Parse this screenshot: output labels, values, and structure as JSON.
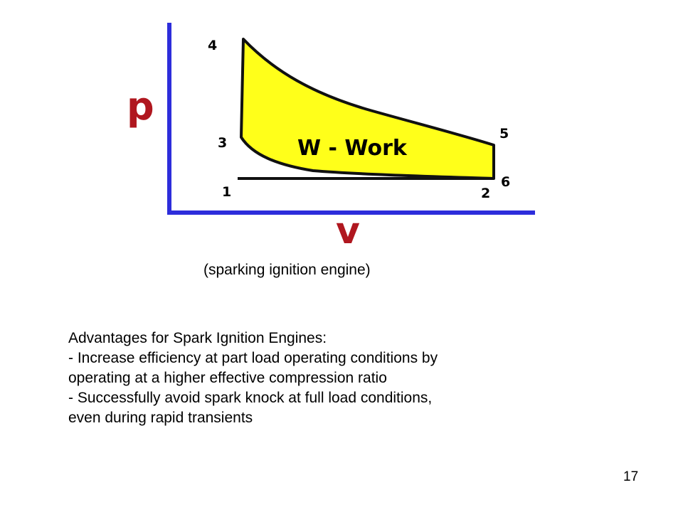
{
  "diagram": {
    "axis_y_label": "p",
    "axis_x_label": "v",
    "points": {
      "p1": "1",
      "p2": "2",
      "p3": "3",
      "p4": "4",
      "p5": "5",
      "p6": "6"
    },
    "work_label": "W - Work",
    "colors": {
      "axis": "#2d2ddb",
      "outline": "#111111",
      "work_fill": "#ffff1a",
      "label": "#000000"
    }
  },
  "caption": "(sparking ignition engine)",
  "advantages": {
    "heading": "Advantages for Spark Ignition Engines:",
    "lines": [
      "- Increase efficiency at part load operating conditions by",
      "operating at a higher effective compression ratio",
      "- Successfully avoid spark knock at full load conditions,",
      "even during rapid transients"
    ]
  },
  "page_number": "17"
}
